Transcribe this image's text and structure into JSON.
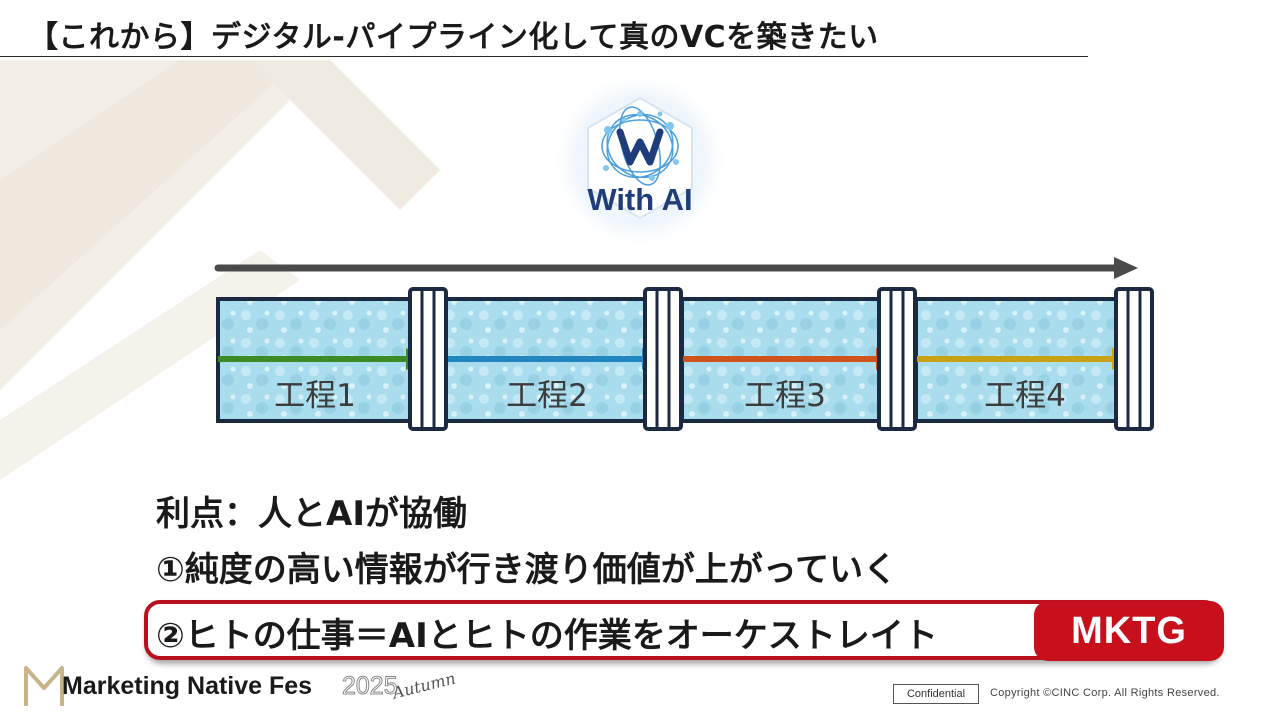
{
  "slide": {
    "title": "【これから】デジタル-パイプライン化して真のVCを築きたい"
  },
  "logo": {
    "text": "With AI",
    "icon": "network-globe-w-icon"
  },
  "pipeline": {
    "stages": [
      {
        "label": "工程1",
        "arrow_color": "#3a8a25"
      },
      {
        "label": "工程2",
        "arrow_color": "#1f86bf"
      },
      {
        "label": "工程3",
        "arrow_color": "#d0531b"
      },
      {
        "label": "工程4",
        "arrow_color": "#c9a114"
      }
    ],
    "flow_arrow_color": "#4a4a4a"
  },
  "points": {
    "heading": "利点：人とAIが協働",
    "item1": "①純度の高い情報が行き渡り価値が上がっていく",
    "item2": "②ヒトの仕事＝AIとヒトの作業をオーケストレイト",
    "badge": "MKTG",
    "accent_color": "#c8101c"
  },
  "footer": {
    "fes_name": "Marketing Native Fes",
    "fes_year": "2025",
    "fes_season": "Autumn",
    "confidential": "Confidential",
    "copyright": "Copyright ©CINC Corp. All Rights Reserved."
  }
}
